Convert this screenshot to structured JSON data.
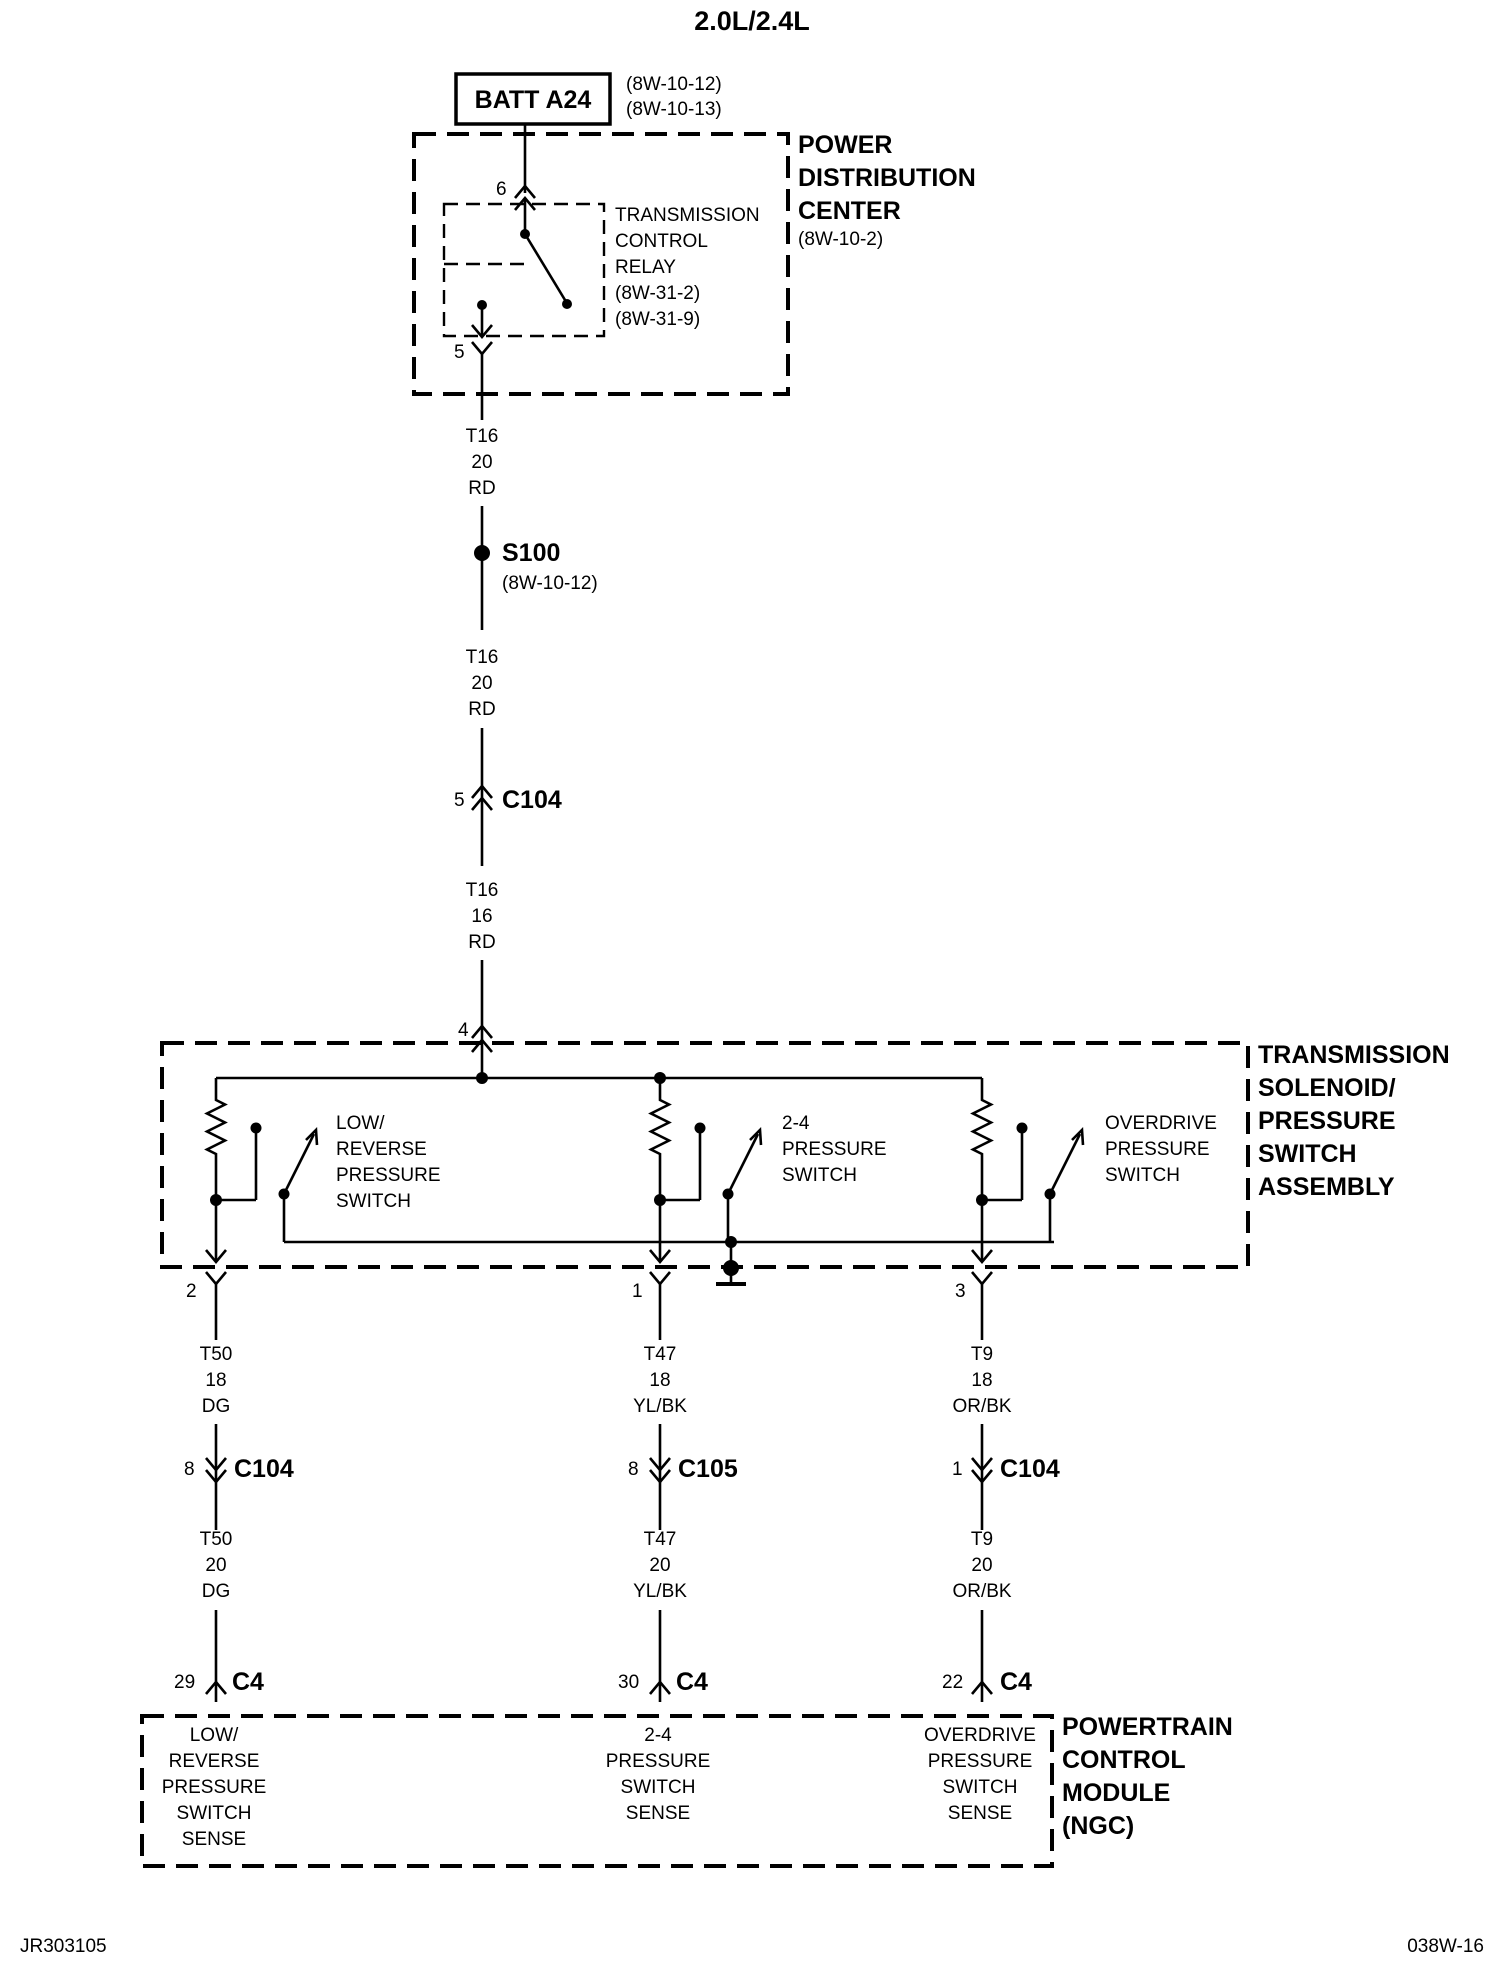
{
  "title": "2.0L/2.4L",
  "footer_left": "JR303105",
  "footer_right": "038W-16",
  "batt": {
    "label": "BATT A24",
    "refs": [
      "(8W-10-12)",
      "(8W-10-13)"
    ]
  },
  "pdc": {
    "name_lines": [
      "POWER",
      "DISTRIBUTION",
      "CENTER"
    ],
    "ref": "(8W-10-2)",
    "pin_in": "6",
    "pin_out": "5"
  },
  "relay": {
    "name_lines": [
      "TRANSMISSION",
      "CONTROL",
      "RELAY",
      "(8W-31-2)",
      "(8W-31-9)"
    ]
  },
  "wire_t16_a": [
    "T16",
    "20",
    "RD"
  ],
  "splice": {
    "label": "S100",
    "ref": "(8W-10-12)"
  },
  "wire_t16_b": [
    "T16",
    "20",
    "RD"
  ],
  "connector_c104_top": {
    "pin": "5",
    "label": "C104"
  },
  "wire_t16_c": [
    "T16",
    "16",
    "RD"
  ],
  "solenoid_assembly": {
    "pin_in": "4",
    "name_lines": [
      "TRANSMISSION",
      "SOLENOID/",
      "PRESSURE",
      "SWITCH",
      "ASSEMBLY"
    ],
    "switches": [
      {
        "name_lines": [
          "LOW/",
          "REVERSE",
          "PRESSURE",
          "SWITCH"
        ],
        "pin": "2"
      },
      {
        "name_lines": [
          "2-4",
          "PRESSURE",
          "SWITCH"
        ],
        "pin": "1"
      },
      {
        "name_lines": [
          "OVERDRIVE",
          "PRESSURE",
          "SWITCH"
        ],
        "pin": "3"
      }
    ]
  },
  "circuits": [
    {
      "wire_upper": [
        "T50",
        "18",
        "DG"
      ],
      "connector": {
        "pin": "8",
        "label": "C104"
      },
      "wire_lower": [
        "T50",
        "20",
        "DG"
      ],
      "pcm_pin": "29",
      "pcm_connector": "C4",
      "sense_lines": [
        "LOW/",
        "REVERSE",
        "PRESSURE",
        "SWITCH",
        "SENSE"
      ]
    },
    {
      "wire_upper": [
        "T47",
        "18",
        "YL/BK"
      ],
      "connector": {
        "pin": "8",
        "label": "C105"
      },
      "wire_lower": [
        "T47",
        "20",
        "YL/BK"
      ],
      "pcm_pin": "30",
      "pcm_connector": "C4",
      "sense_lines": [
        "2-4",
        "PRESSURE",
        "SWITCH",
        "SENSE"
      ]
    },
    {
      "wire_upper": [
        "T9",
        "18",
        "OR/BK"
      ],
      "connector": {
        "pin": "1",
        "label": "C104"
      },
      "wire_lower": [
        "T9",
        "20",
        "OR/BK"
      ],
      "pcm_pin": "22",
      "pcm_connector": "C4",
      "sense_lines": [
        "OVERDRIVE",
        "PRESSURE",
        "SWITCH",
        "SENSE"
      ]
    }
  ],
  "pcm": {
    "name_lines": [
      "POWERTRAIN",
      "CONTROL",
      "MODULE",
      "(NGC)"
    ]
  }
}
